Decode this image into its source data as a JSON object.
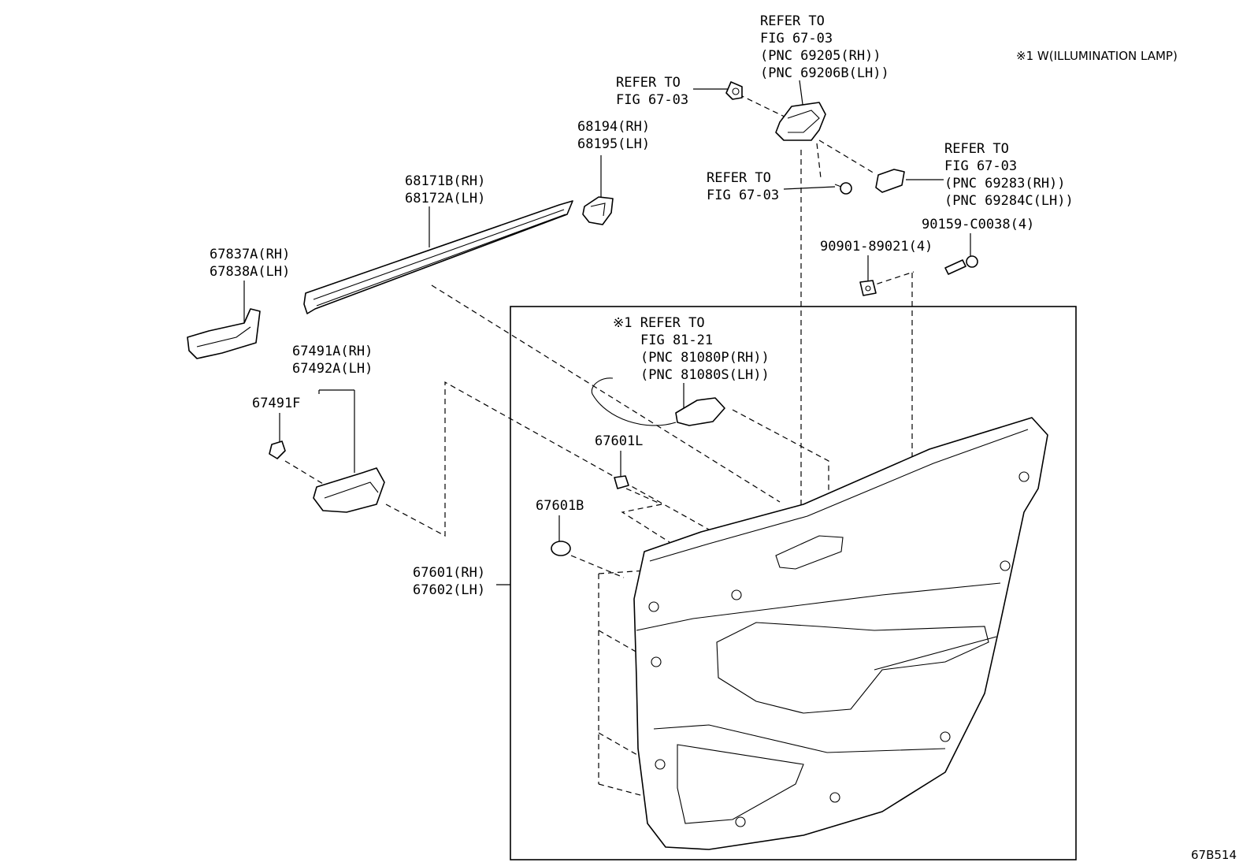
{
  "note": "※1 W(ILLUMINATION LAMP)",
  "diagram_id": "67B514",
  "labels": {
    "refer_handle": [
      "REFER TO",
      "FIG 67-03",
      "(PNC 69205(RH))",
      "(PNC 69206B(LH))"
    ],
    "refer_clip": [
      "REFER TO",
      "FIG 67-03"
    ],
    "refer_screw": [
      "REFER TO",
      "FIG 67-03"
    ],
    "refer_bezel": [
      "REFER TO",
      "FIG 67-03",
      "(PNC 69283(RH))",
      "(PNC 69284C(LH))"
    ],
    "p68194": [
      "68194(RH)",
      "68195(LH)"
    ],
    "p68171": [
      "68171B(RH)",
      "68172A(LH)"
    ],
    "p67837": [
      "67837A(RH)",
      "67838A(LH)"
    ],
    "p67491": [
      "67491A(RH)",
      "67492A(LH)"
    ],
    "p67491F": [
      "67491F"
    ],
    "p90159": [
      "90159-C0038(4)"
    ],
    "p90901": [
      "90901-89021(4)"
    ],
    "lamp": [
      "※1 REFER TO",
      "FIG 81-21",
      "(PNC 81080P(RH))",
      "(PNC 81080S(LH))"
    ],
    "p67601L": [
      "67601L"
    ],
    "p67601B": [
      "67601B"
    ],
    "p67601": [
      "67601(RH)",
      "67602(LH)"
    ]
  }
}
